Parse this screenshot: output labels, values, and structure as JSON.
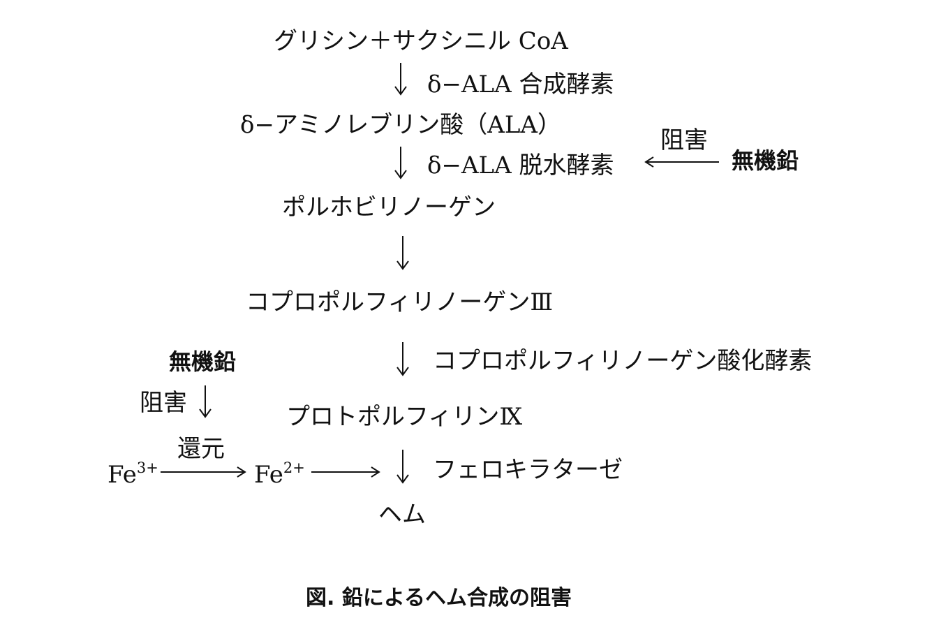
{
  "pathway": {
    "step1": "グリシン＋サクシニル CoA",
    "enzyme1": "δ−ALA 合成酵素",
    "step2": "δ−アミノレブリン酸（ALA）",
    "enzyme2": "δ−ALA 脱水酵素",
    "step3": "ポルホビリノーゲン",
    "step4": "コプロポルフィリノーゲンⅢ",
    "enzyme4": "コプロポルフィリノーゲン酸化酵素",
    "step5": "プロトポルフィリンⅨ",
    "enzyme5": "フェロキラターゼ",
    "product": "ヘム"
  },
  "inhibition": {
    "agent": "無機鉛",
    "label": "阻害"
  },
  "iron": {
    "fe3_symbol": "Fe",
    "fe3_charge": "3+",
    "fe2_symbol": "Fe",
    "fe2_charge": "2+",
    "reduction_label": "還元"
  },
  "caption": "図. 鉛によるヘム合成の阻害"
}
